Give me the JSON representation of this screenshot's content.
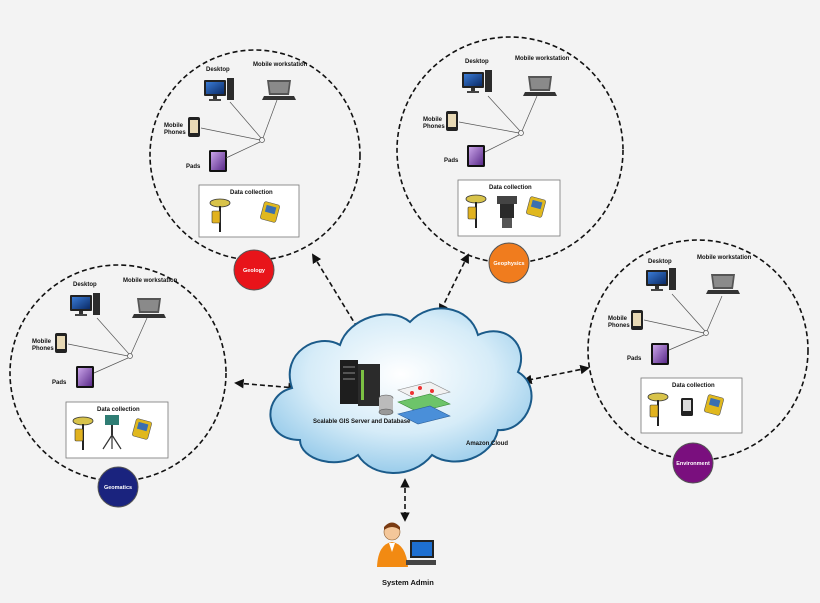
{
  "labels": {
    "desktop": "Desktop",
    "mobile_workstation": "Mobile workstation",
    "mobile_phones_1": "Mobile",
    "mobile_phones_2": "Phones",
    "pads": "Pads",
    "data_collection": "Data collection"
  },
  "groups": {
    "geology": {
      "badge": "Geology",
      "color": "#e8141a"
    },
    "geophysics": {
      "badge": "Geophysics",
      "color": "#f07c1e"
    },
    "geomatics": {
      "badge": "Geomatics",
      "color": "#1a237e"
    },
    "environment": {
      "badge": "Environment",
      "color": "#7a0f7e"
    }
  },
  "cloud": {
    "server_label": "Scalable GIS Server and Database",
    "cloud_label": "Amazon Cloud"
  },
  "admin": {
    "label": "System Admin"
  },
  "icons": [
    "desktop-icon",
    "laptop-icon",
    "phone-icon",
    "tablet-icon",
    "gps-receiver-icon",
    "handheld-gps-icon",
    "total-station-icon",
    "server-rack-icon",
    "database-icon",
    "map-layers-icon",
    "admin-user-icon"
  ]
}
